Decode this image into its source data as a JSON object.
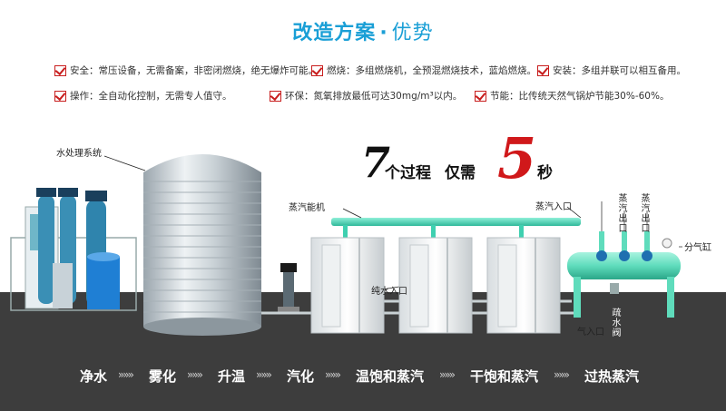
{
  "header": {
    "title_a": "改造方案",
    "dot": "·",
    "title_b": "优势"
  },
  "features": [
    {
      "text": "安全：常压设备，无需备案，非密闭燃烧，绝无爆炸可能。"
    },
    {
      "text": "燃烧：多组燃烧机，全预混燃烧技术，蓝焰燃烧。"
    },
    {
      "text": "安装：多组并联可以相互备用。"
    },
    {
      "text": "操作：全自动化控制，无需专人值守。"
    },
    {
      "text": "环保：氮氧排放最低可达30mg/m³以内。"
    },
    {
      "text": "节能：比传统天然气锅炉节能30%-60%。"
    }
  ],
  "headline": {
    "seven": "7",
    "part1": "个过程",
    "part2": "仅需",
    "five": "5",
    "part3": "秒"
  },
  "labels": {
    "water_system": "水处理系统",
    "steam_machine": "蒸汽能机",
    "water_inlet": "纯水入口",
    "steam_inlet": "蒸汽入口",
    "steam_out1": "蒸汽出口",
    "steam_out2": "蒸汽出口",
    "gas_cylinder": "分气缸",
    "gas_inlet": "气入口",
    "drain_valve": "疏水阀"
  },
  "stages": [
    "净水",
    "雾化",
    "升温",
    "汽化",
    "温饱和蒸汽",
    "干饱和蒸汽",
    "过热蒸汽"
  ],
  "arrow": "»»»",
  "colors": {
    "accent": "#1a9fd6",
    "red": "#d0181a",
    "pipe": "#3fd0b0",
    "ground": "#3d3d3d"
  }
}
